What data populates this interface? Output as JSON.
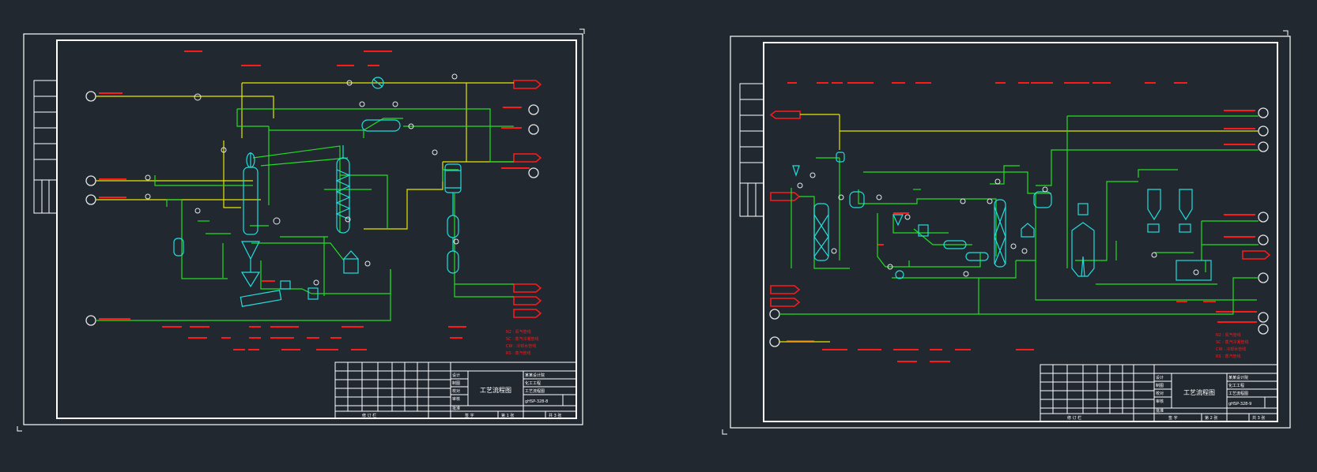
{
  "app": {
    "background": "#212830"
  },
  "colors": {
    "frame": "#ffffff",
    "annotation": "#ff1a1a",
    "process_line": "#22dd22",
    "utility_line": "#e6e600",
    "equipment": "#22dddd",
    "instrument": "#e8e8e8"
  },
  "sheets": [
    {
      "id": "sheet-1",
      "title": "工艺流程图",
      "drawing_no": "gHSP-328-8",
      "sheet_label": "第 1 张",
      "total_label": "共 3 张",
      "approve_label": "签 字",
      "revision_label": "修 订 栏",
      "title_block_rows": [
        "设计",
        "制图",
        "校对",
        "审核",
        "批准"
      ],
      "company_lines": [
        "某某设计院",
        "化工工程",
        "工艺流程图"
      ],
      "legend": [
        "N2 : 氮气管线",
        "SC : 蒸汽冷凝管线",
        "CW : 冷却水管线",
        "RS : 蒸汽管线"
      ]
    },
    {
      "id": "sheet-2",
      "title": "工艺流程图",
      "drawing_no": "gHSP-328-9",
      "sheet_label": "第 2 张",
      "total_label": "共 3 张",
      "approve_label": "签 字",
      "revision_label": "修 订 栏",
      "title_block_rows": [
        "设计",
        "制图",
        "校对",
        "审核",
        "批准"
      ],
      "company_lines": [
        "某某设计院",
        "化工工程",
        "工艺流程图"
      ],
      "legend": [
        "N2 : 氮气管线",
        "SC : 蒸汽冷凝管线",
        "CW : 冷却水管线",
        "RS : 蒸汽管线"
      ]
    }
  ]
}
